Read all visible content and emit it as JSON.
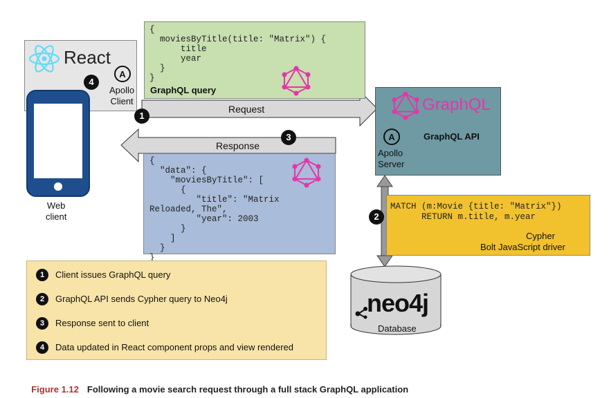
{
  "colors": {
    "client_box": "#e6e6e6",
    "query_box": "#c8dfb0",
    "response_box": "#a9bcd9",
    "api_box": "#6f9aa3",
    "cypher_box": "#f2c22e",
    "legend_box": "#f8e3a8",
    "graphql_pink": "#e535ab",
    "react_blue": "#61dafb",
    "arrow_fill": "#d9d9d9"
  },
  "client": {
    "react_label": "React",
    "apollo_client": "Apollo\nClient",
    "web_client": "Web\nclient",
    "badge": "4"
  },
  "query": {
    "code": "{\n  moviesByTitle(title: \"Matrix\") {\n      title\n      year\n  }\n}",
    "label": "GraphQL query"
  },
  "request": {
    "label": "Request",
    "badge": "1"
  },
  "response": {
    "label": "Response",
    "badge": "3"
  },
  "response_body": {
    "code": "{\n  \"data\": {\n    \"moviesByTitle\": [\n      {\n         \"title\": \"Matrix\nReloaded, The\",\n         \"year\": 2003\n      }\n    ]\n  }\n}"
  },
  "api": {
    "graphql_label": "GraphQL",
    "api_label": "GraphQL API",
    "apollo_server": "Apollo\nServer"
  },
  "cypher": {
    "badge": "2",
    "code": "MATCH (m:Movie {title: \"Matrix\"})\n      RETURN m.title, m.year",
    "label": "Cypher",
    "driver": "Bolt JavaScript driver"
  },
  "database": {
    "logo": "neo4j",
    "label": "Database"
  },
  "legend": [
    {
      "num": "1",
      "text": "Client issues GraphQL query"
    },
    {
      "num": "2",
      "text": "GraphQL API sends Cypher query to Neo4j"
    },
    {
      "num": "3",
      "text": "Response sent to client"
    },
    {
      "num": "4",
      "text": "Data updated in React component props and view rendered"
    }
  ],
  "caption": {
    "number": "Figure 1.12",
    "text": "Following a movie search request through a full stack GraphQL application"
  }
}
